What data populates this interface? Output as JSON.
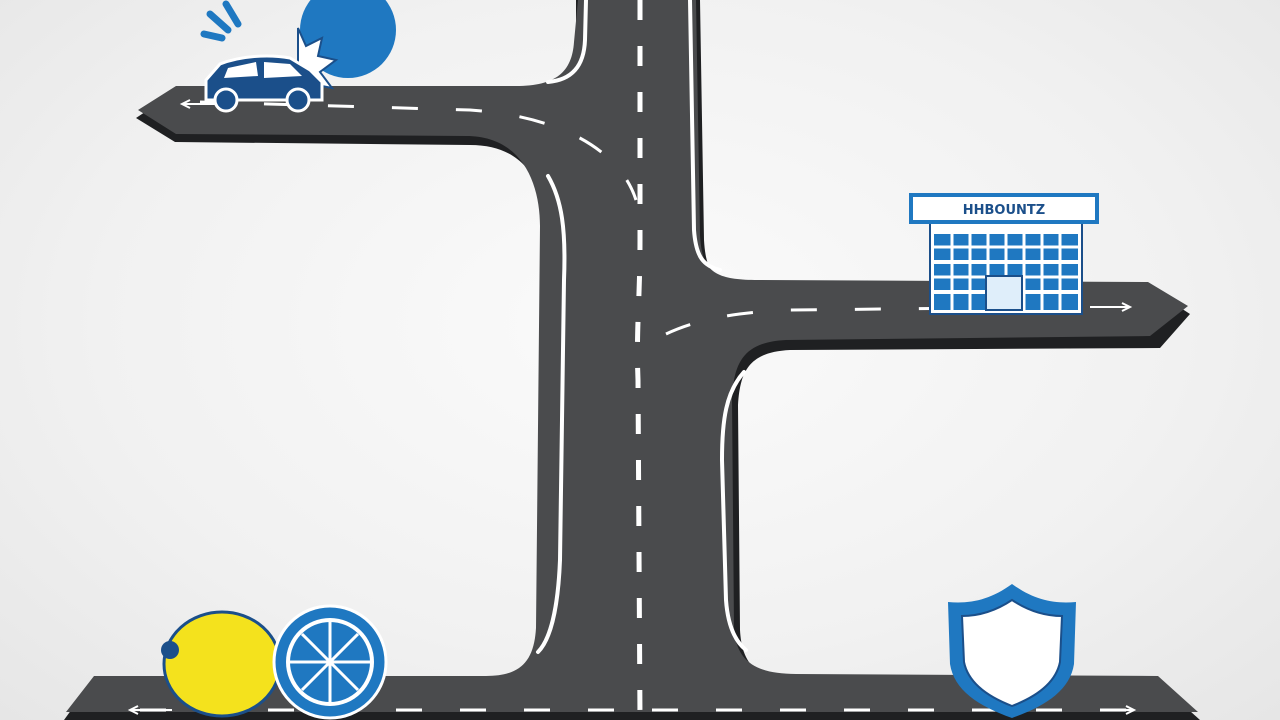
{
  "scene": {
    "landmarks": [
      {
        "name": "car-crash",
        "icon": "car-crash-icon"
      },
      {
        "name": "storefront",
        "icon": "storefront-icon",
        "sign_text": "HHBOUNTZ"
      },
      {
        "name": "lemon",
        "icon": "lemon-icon"
      },
      {
        "name": "shield",
        "icon": "shield-icon"
      }
    ]
  },
  "colors": {
    "road": "#4a4b4d",
    "accent_blue": "#1f78c1",
    "dark_blue": "#1b4f8a",
    "lemon_yellow": "#f4e21d",
    "background": "#f3f3f3"
  }
}
